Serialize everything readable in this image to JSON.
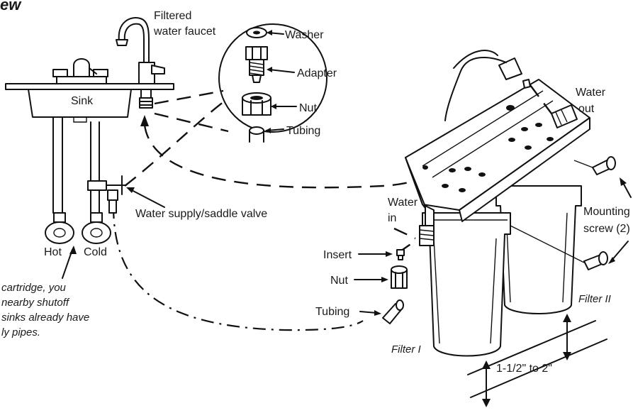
{
  "title_fragment": "ew",
  "labels": {
    "filtered_faucet_1": "Filtered",
    "filtered_faucet_2": "water faucet",
    "sink": "Sink",
    "washer": "Washer",
    "adapter": "Adapter",
    "nut_top": "Nut",
    "tubing_top": "Tubing",
    "water_out_1": "Water",
    "water_out_2": "out",
    "supply_valve": "Water supply/saddle valve",
    "water_in_1": "Water",
    "water_in_2": "in",
    "mounting_1": "Mounting",
    "mounting_2": "screw (2)",
    "insert": "Insert",
    "nut_bottom": "Nut",
    "tubing_bottom": "Tubing",
    "hot": "Hot",
    "cold": "Cold",
    "filter_1": "Filter I",
    "filter_2": "Filter II",
    "clearance": "1-1/2\" to 2\""
  },
  "note_lines": [
    "cartridge, you",
    "nearby shutoff",
    "sinks already have",
    "ly pipes."
  ],
  "icons": [
    "faucet-icon",
    "sink-icon",
    "washer-icon",
    "adapter-icon",
    "nut-icon",
    "tubing-icon",
    "saddle-valve-icon",
    "filter-housing-icon",
    "mounting-screw-icon"
  ]
}
